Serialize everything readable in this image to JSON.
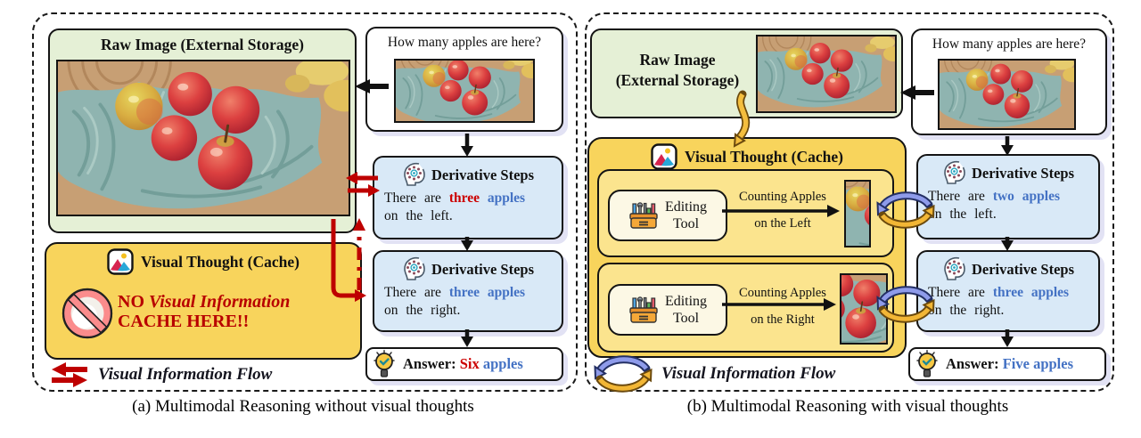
{
  "colors": {
    "accent_red": "#be0000",
    "accent_blue": "#4472c4",
    "raw_image_bg": "#e5f0d6",
    "cache_bg": "#f8d45c",
    "step_bg": "#d9e9f7"
  },
  "panel_a": {
    "caption": "(a) Multimodal Reasoning without visual thoughts",
    "raw_image_title": "Raw Image (External Storage)",
    "question": "How many apples are here?",
    "cache_title": "Visual Thought (Cache)",
    "no_cache_word": "NO",
    "no_cache_italic": "Visual Information",
    "no_cache_line2": "CACHE HERE!!",
    "legend": "Visual Information Flow",
    "steps": [
      {
        "title": "Derivative Steps",
        "pre": "There are",
        "count": "three",
        "noun": "apples",
        "line2": "on the left.",
        "count_color": "#cc0000",
        "noun_color": "#4472c4"
      },
      {
        "title": "Derivative Steps",
        "pre": "There are",
        "count": "three",
        "noun": "apples",
        "line2": "on the right.",
        "count_color": "#4472c4",
        "noun_color": "#4472c4"
      }
    ],
    "answer": {
      "label": "Answer:",
      "count": "Six",
      "noun": "apples",
      "count_color": "#cc0000",
      "noun_color": "#4472c4"
    }
  },
  "panel_b": {
    "caption": "(b) Multimodal Reasoning with visual thoughts",
    "raw_image_title_l1": "Raw Image",
    "raw_image_title_l2": "(External Storage)",
    "question": "How many apples are here?",
    "cache_title": "Visual Thought (Cache)",
    "tools": [
      {
        "tool_l1": "Editing",
        "tool_l2": "Tool",
        "action_l1": "Counting Apples",
        "action_l2": "on the Left"
      },
      {
        "tool_l1": "Editing",
        "tool_l2": "Tool",
        "action_l1": "Counting Apples",
        "action_l2": "on the Right"
      }
    ],
    "legend": "Visual Information Flow",
    "steps": [
      {
        "title": "Derivative Steps",
        "pre": "There are",
        "count": "two",
        "noun": "apples",
        "line2": "on the left.",
        "count_color": "#4472c4",
        "noun_color": "#4472c4"
      },
      {
        "title": "Derivative Steps",
        "pre": "There are",
        "count": "three",
        "noun": "apples",
        "line2": "on the right.",
        "count_color": "#4472c4",
        "noun_color": "#4472c4"
      }
    ],
    "answer": {
      "label": "Answer:",
      "count": "Five",
      "noun": "apples",
      "count_color": "#4472c4",
      "noun_color": "#4472c4"
    }
  }
}
